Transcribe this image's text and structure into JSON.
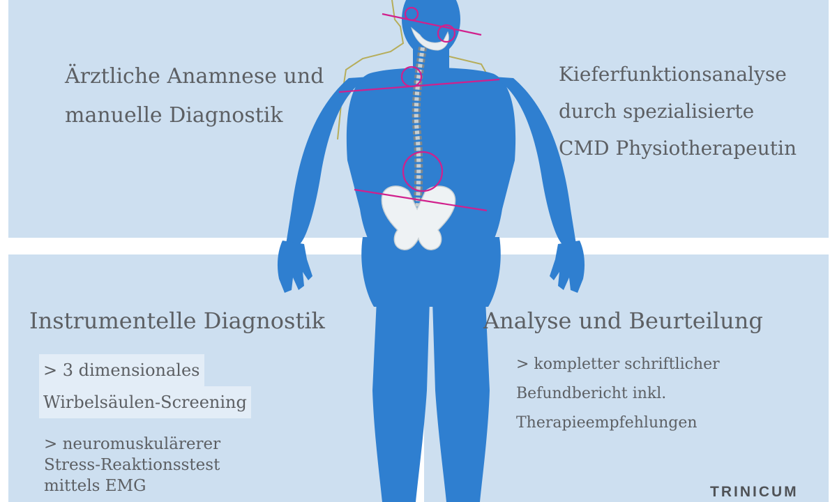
{
  "quadrants": {
    "top_left": {
      "lines": [
        "Ärztliche Anamnese und",
        "manuelle Diagnostik"
      ]
    },
    "top_right": {
      "lines": [
        "Kieferfunktionsanalyse",
        "durch spezialisierte",
        "CMD Physiotherapeutin"
      ]
    },
    "bottom_left": {
      "heading": "Instrumentelle Diagnostik",
      "item1": [
        "> 3 dimensionales",
        "Wirbelsäulen-Screening"
      ],
      "item2": [
        "> neuromuskulärerer",
        "Stress-Reaktionsstest",
        "mittels EMG"
      ]
    },
    "bottom_right": {
      "heading": "Analyse und Beurteilung",
      "item1": [
        "> kompletter schriftlicher",
        "Befundbericht inkl.",
        "Therapieempfehlungen"
      ]
    }
  },
  "brand": "TRINICUM",
  "colors": {
    "panel_background": "#cddff0",
    "body_figure": "#2f7fd0",
    "spine": "#9aa3a6",
    "marker_lines": "#d1208c",
    "text": "#5c5f63"
  }
}
